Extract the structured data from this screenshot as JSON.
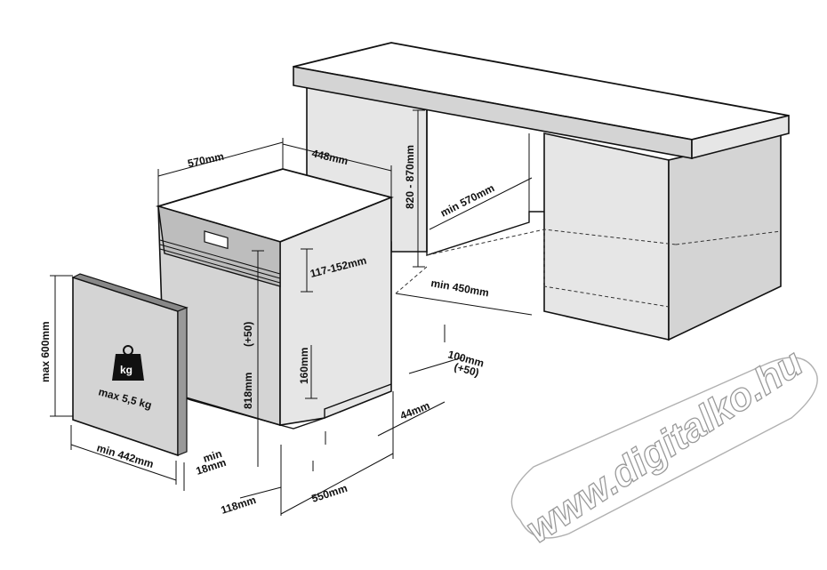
{
  "dimensions": {
    "depth_570": "570mm",
    "width_448": "448mm",
    "height_range": "820 - 870mm",
    "niche_depth": "min 570mm",
    "niche_width": "min 450mm",
    "panel_band": "117-152mm",
    "height_818": "818mm",
    "height_818_adj": "(+50)",
    "plinth_160": "160mm",
    "panel_max_height": "max 600mm",
    "panel_min_width": "min 442mm",
    "panel_thickness_1": "min",
    "panel_thickness_2": "18mm",
    "depth_550": "550mm",
    "offset_118": "118mm",
    "offset_44": "44mm",
    "gap_100": "100mm",
    "gap_100_adj": "(+50)"
  },
  "weight_icon": {
    "unit": "kg",
    "label": "max 5,5 kg"
  },
  "watermark": "www.digitalko.hu"
}
